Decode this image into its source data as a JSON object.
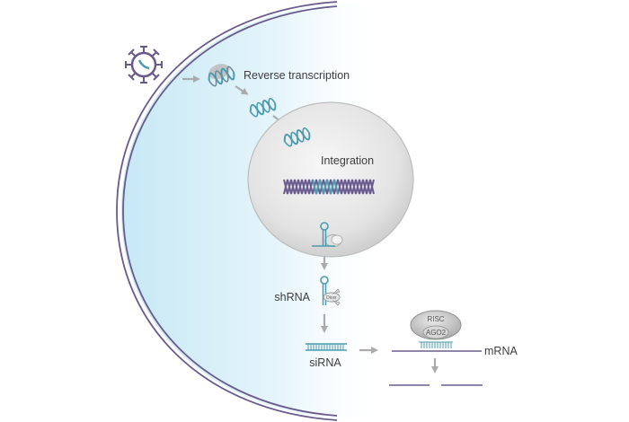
{
  "labels": {
    "reverse_transcription": "Reverse transcription",
    "integration": "Integration",
    "shrna": "shRNA",
    "dicer": "Dicer",
    "sirna": "siRNA",
    "risc": "RISC",
    "ago2": "AGO2",
    "mrna": "mRNA"
  },
  "colors": {
    "membrane": "#6a5b8e",
    "cytoplasm_light": "#f4fbfe",
    "cytoplasm_dark": "#c9e9f6",
    "nucleus": "#dcdcdc",
    "rna_teal": "#4a9bb0",
    "dna_purple": "#6a5b8e",
    "arrow": "#ababab"
  },
  "icons": [
    "virus-icon",
    "rna-helix-icon",
    "dna-helix-icon",
    "hairpin-icon",
    "dicer-icon",
    "risc-complex-icon"
  ]
}
